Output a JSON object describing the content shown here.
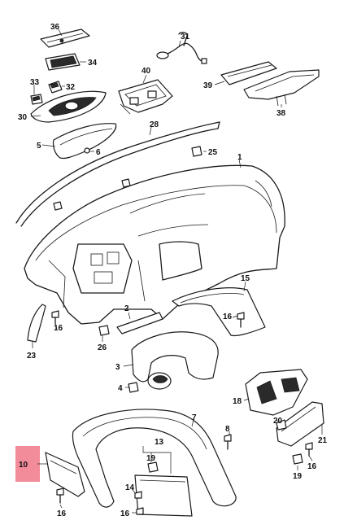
{
  "highlight_color": "#f28b9a",
  "callouts": {
    "p1": "1",
    "p2": "2",
    "p3": "3",
    "p4": "4",
    "p5": "5",
    "p6": "6",
    "p7": "7",
    "p8": "8",
    "p10": "10",
    "p13": "13",
    "p14": "14",
    "p15": "15",
    "p16a": "16",
    "p16b": "16",
    "p16c": "16",
    "p16d": "16",
    "p16e": "16",
    "p19a": "19",
    "p19b": "19",
    "p20": "20",
    "p21": "21",
    "p23": "23",
    "p25": "25",
    "p26": "26",
    "p28": "28",
    "p30": "30",
    "p31": "31",
    "p32": "32",
    "p33": "33",
    "p34": "34",
    "p36": "36",
    "p38": "38",
    "p39": "39",
    "p40": "40",
    "p18": "18"
  }
}
